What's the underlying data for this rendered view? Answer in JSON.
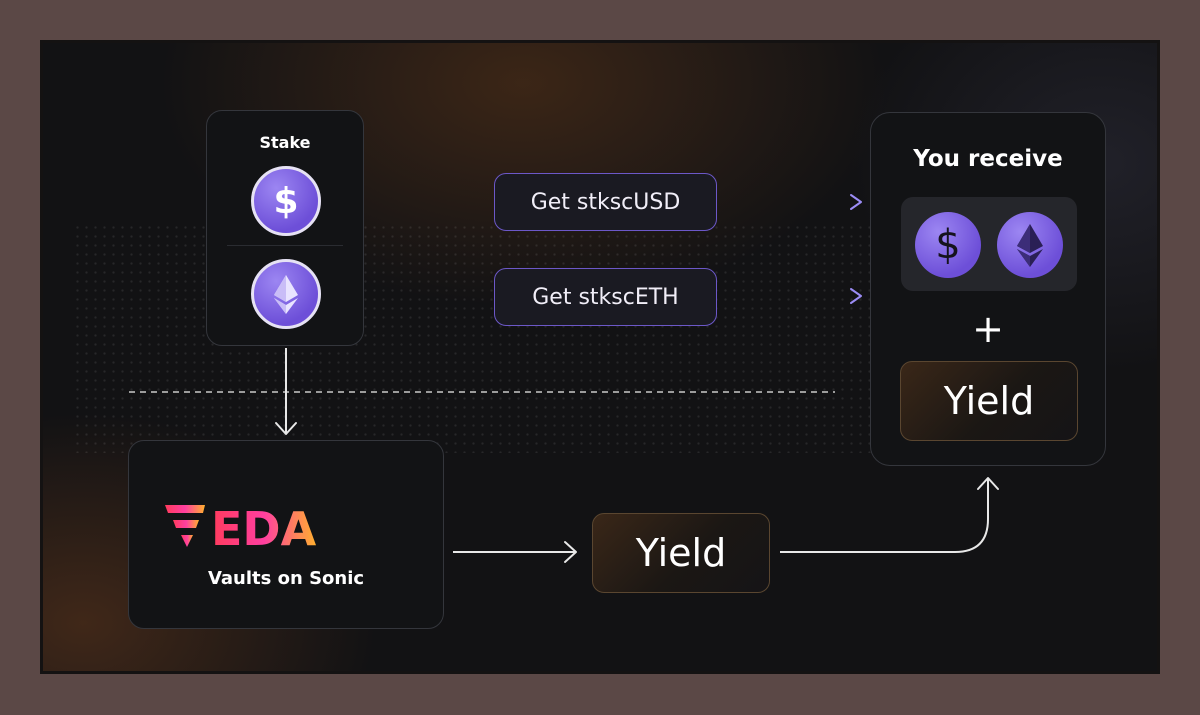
{
  "stake": {
    "title": "Stake"
  },
  "routes": {
    "usd_label": "Get stkscUSD",
    "eth_label": "Get stkscETH"
  },
  "receive": {
    "title": "You receive",
    "plus": "+",
    "yield_label": "Yield"
  },
  "veda": {
    "logo_text": "VEDA",
    "subtitle": "Vaults on Sonic"
  },
  "yield_node": {
    "label": "Yield"
  },
  "colors": {
    "background": "#121214",
    "route_line": "#8b7cf0",
    "coin": "#7a5ce0",
    "yield_accent": "#5a4630",
    "logo_start": "#ff3b5c",
    "logo_mid": "#ff3fa0",
    "logo_end": "#ffb02e"
  },
  "icons": {
    "usd": "dollar-coin-icon",
    "eth": "ethereum-coin-icon"
  }
}
